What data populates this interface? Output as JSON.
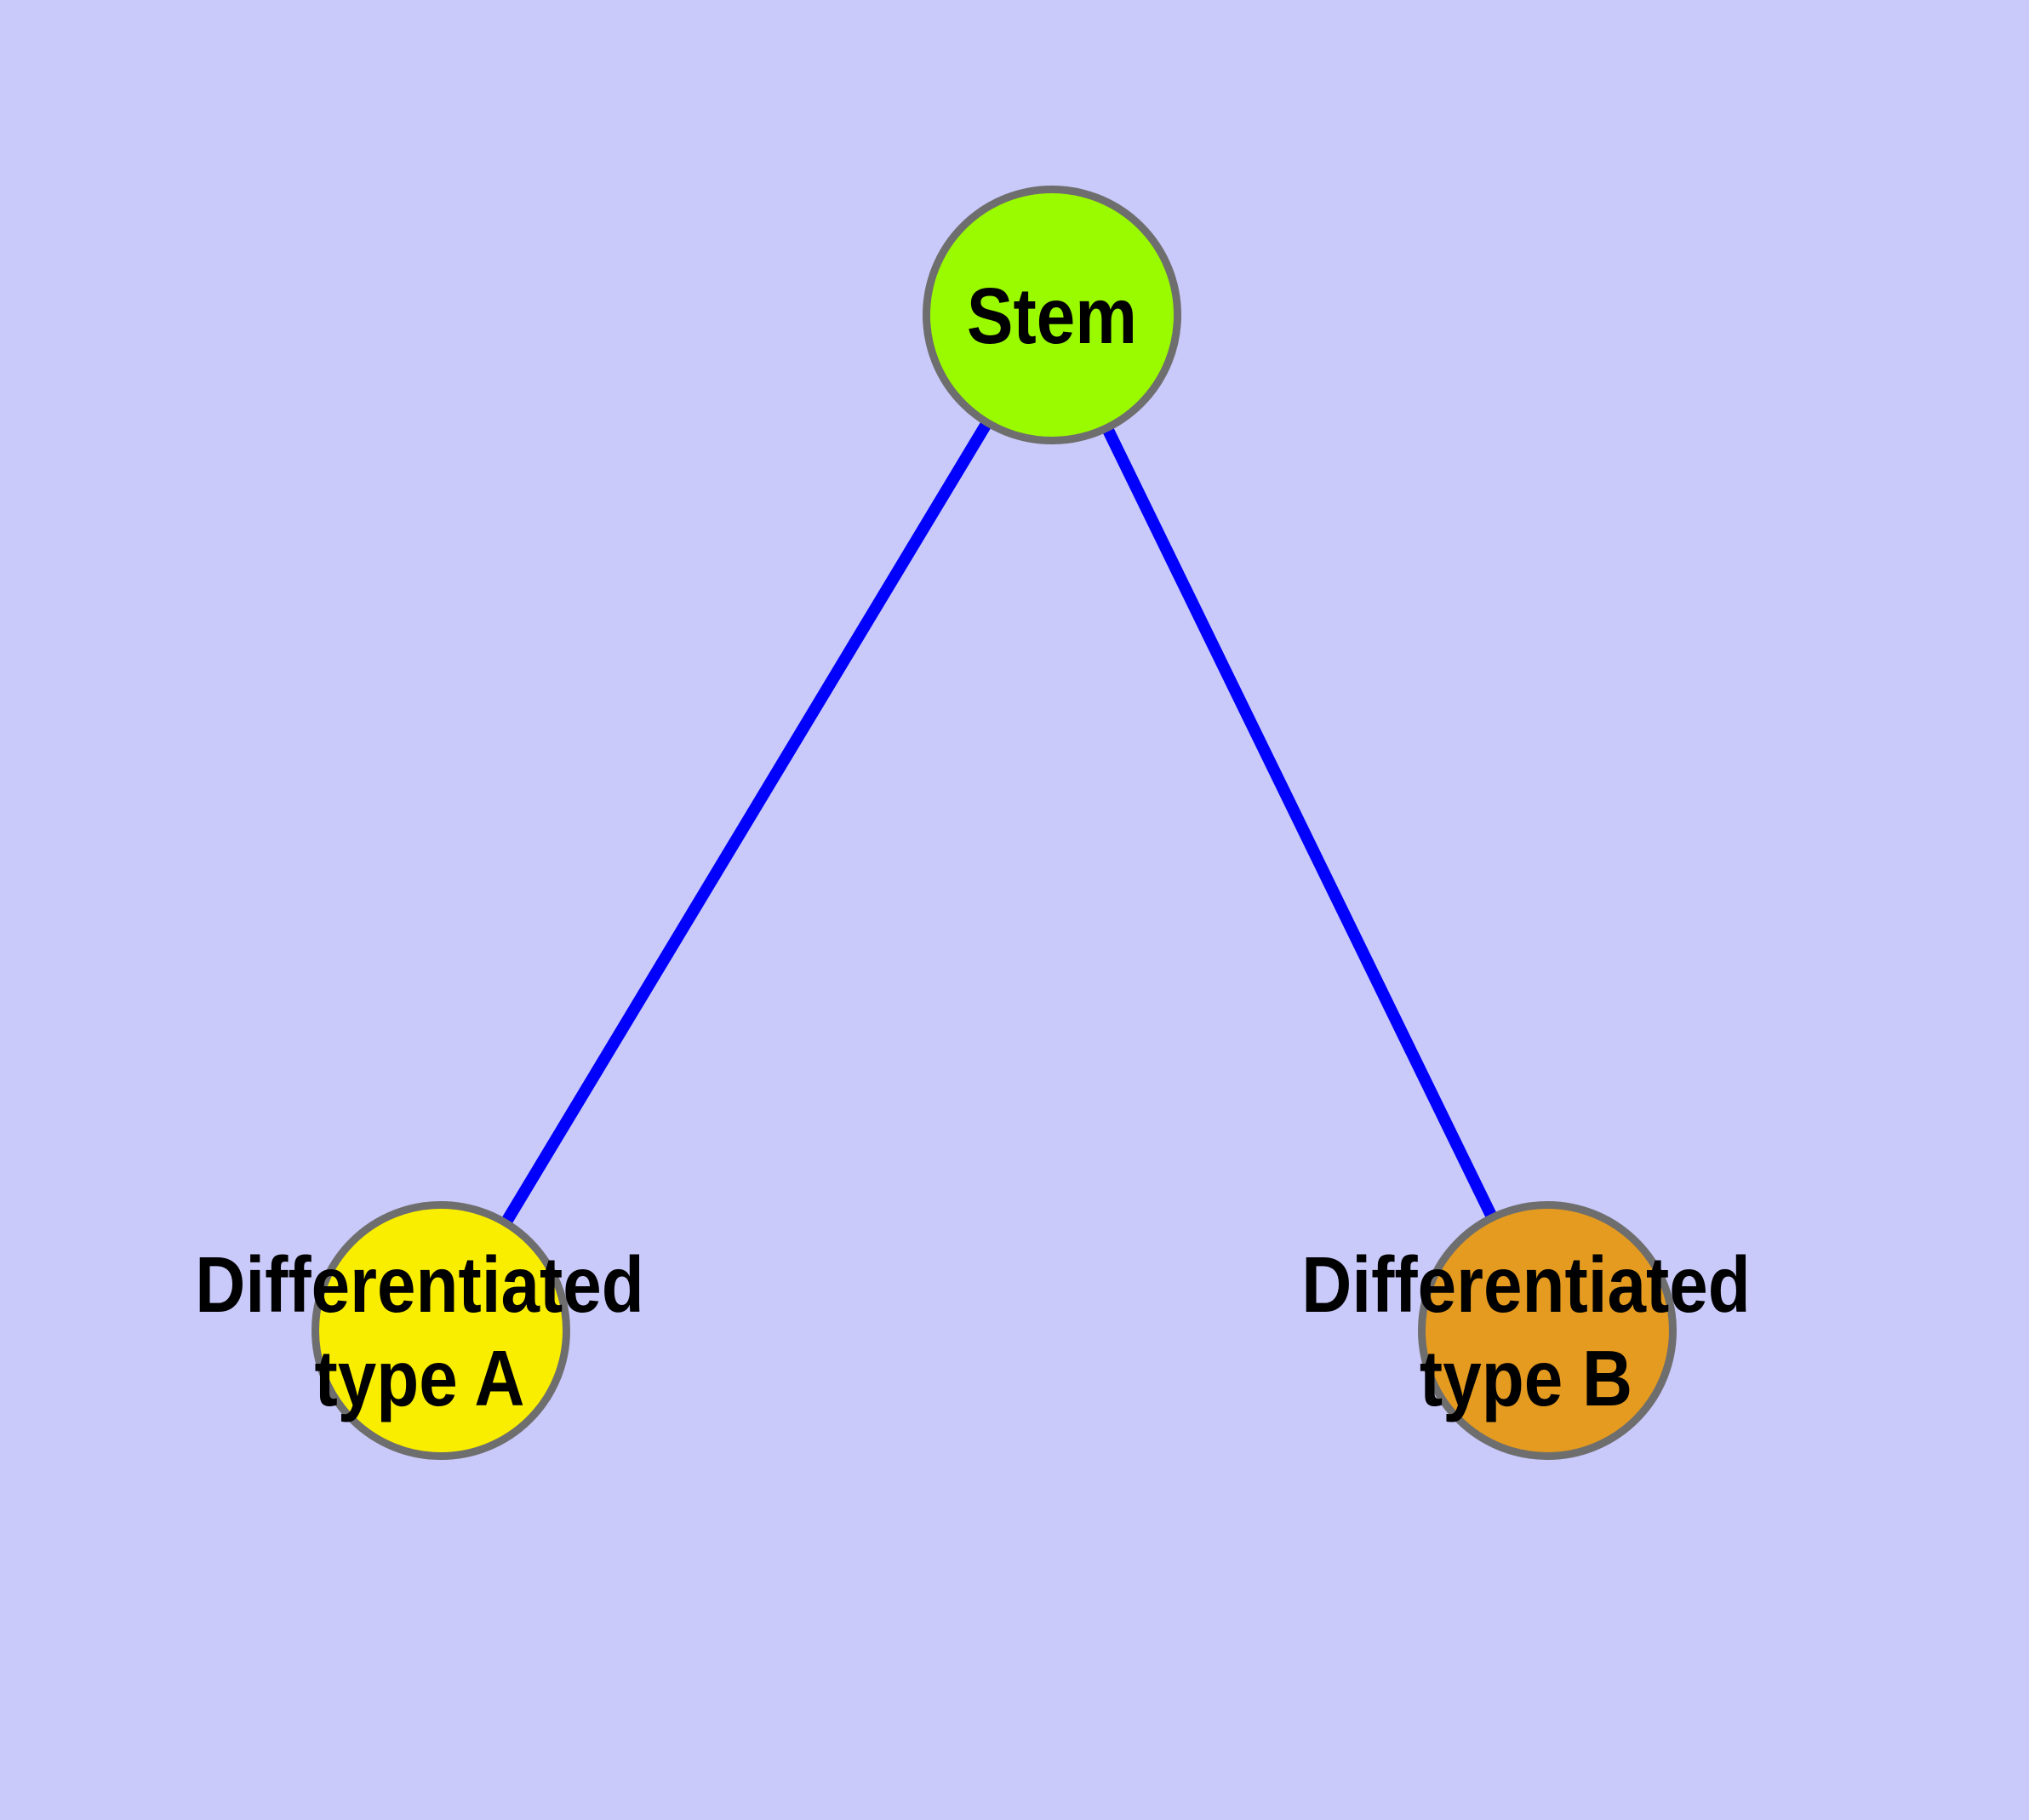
{
  "diagram": {
    "type": "node-link-graph",
    "colors": {
      "background": "#C9C9FA",
      "edge": "#0000FC",
      "node_border": "#6E6E6E",
      "label_text": "#000000",
      "stem_fill": "#9AFA00",
      "type_a_fill": "#FAEE00",
      "type_b_fill": "#E49B20"
    },
    "nodes": [
      {
        "id": "stem",
        "label": "Stem",
        "label_lines": [
          "Stem"
        ],
        "fill": "#9AFA00"
      },
      {
        "id": "differentiated-type-a",
        "label": "Differentiated type A",
        "label_lines": [
          "Differentiated",
          "type A"
        ],
        "fill": "#FAEE00"
      },
      {
        "id": "differentiated-type-b",
        "label": "Differentiated type B",
        "label_lines": [
          "Differentiated",
          "type B"
        ],
        "fill": "#E49B20"
      }
    ],
    "edges": [
      {
        "from": "stem",
        "to": "differentiated-type-a"
      },
      {
        "from": "stem",
        "to": "differentiated-type-b"
      }
    ]
  }
}
